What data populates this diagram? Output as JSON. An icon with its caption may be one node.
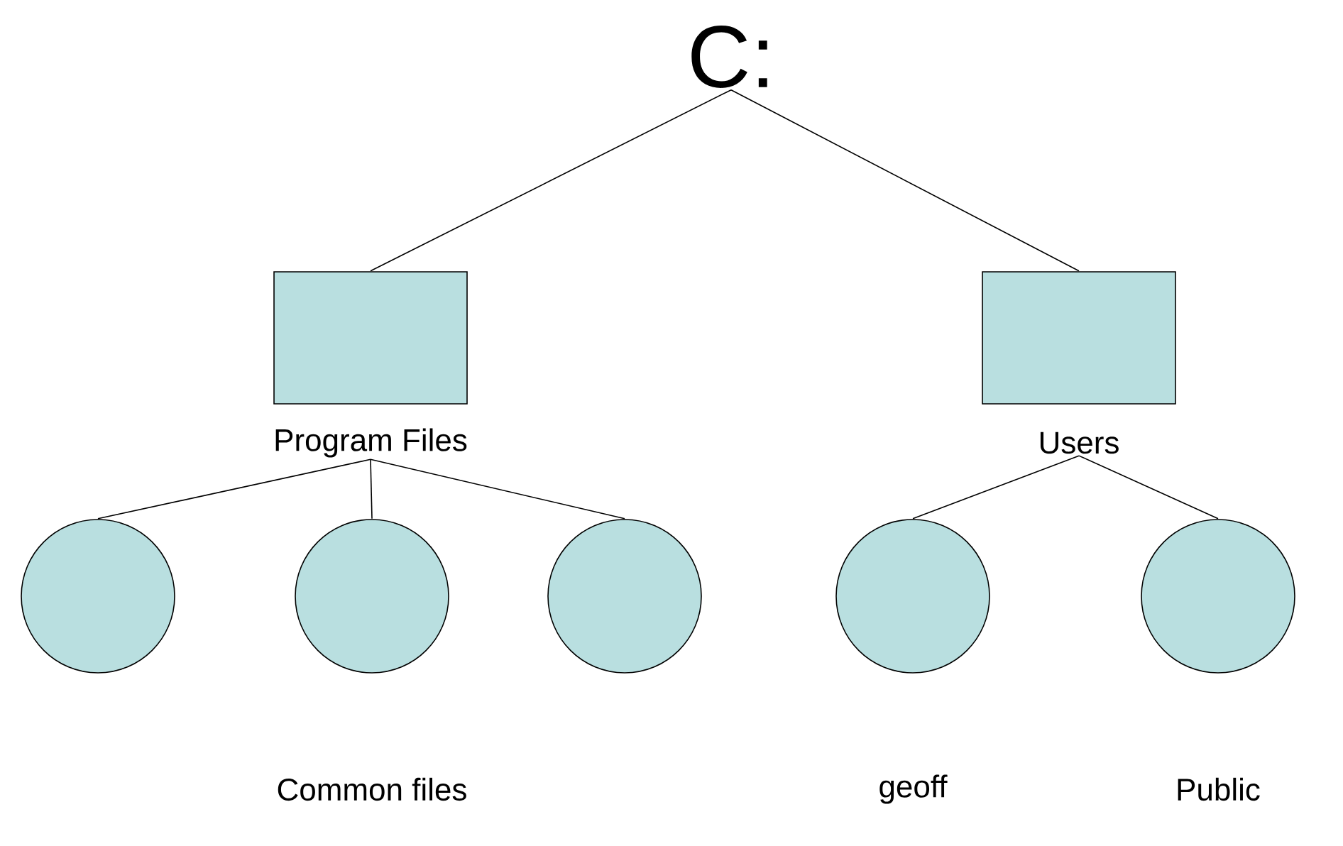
{
  "diagram": {
    "nodes": [
      {
        "text": [
          "C:"
        ]
      },
      {
        "text": [
          "Program Files"
        ]
      },
      {
        "text": [
          "Users"
        ]
      },
      {
        "text": [],
        "shape": "circle"
      },
      {
        "text": [
          "Common files"
        ]
      },
      {
        "text": [],
        "shape": "circle"
      },
      {
        "text": [
          "geoff"
        ]
      },
      {
        "text": [
          "Public"
        ]
      }
    ],
    "edges": [
      {
        "from": 0,
        "to": 1,
        "arrow": "none"
      },
      {
        "from": 0,
        "to": 2,
        "arrow": "none"
      },
      {
        "from": 1,
        "to": 3,
        "arrow": "none"
      },
      {
        "from": 1,
        "to": 4,
        "arrow": "none"
      },
      {
        "from": 1,
        "to": 5,
        "arrow": "none"
      },
      {
        "from": 2,
        "to": 6,
        "arrow": "none"
      },
      {
        "from": 2,
        "to": 7,
        "arrow": "none"
      }
    ]
  }
}
